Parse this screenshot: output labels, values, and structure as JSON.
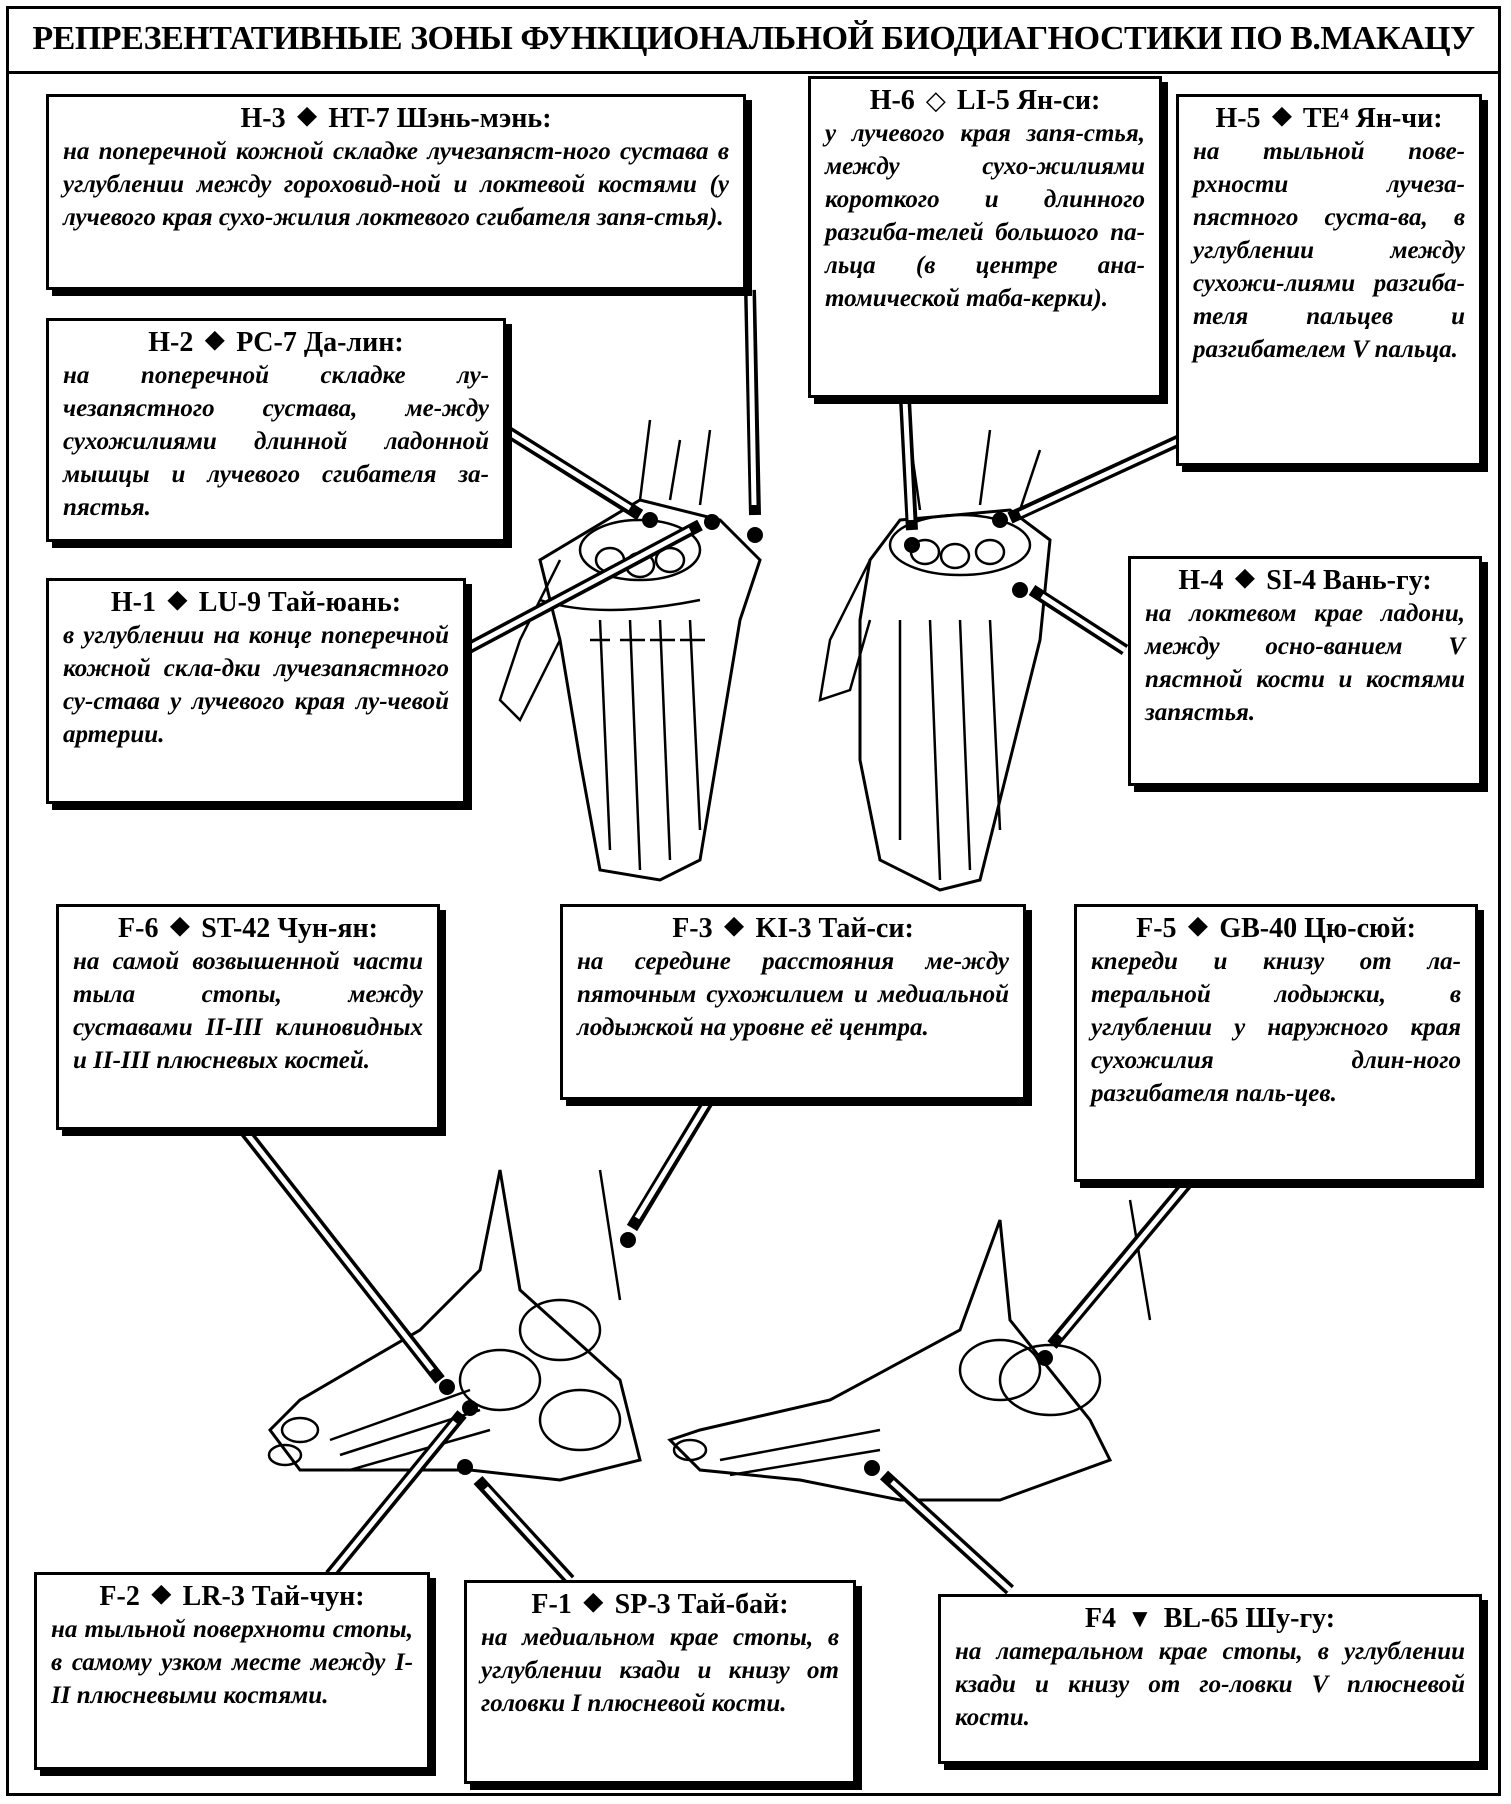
{
  "title": "РЕПРЕЗЕНТАТИВНЫЕ ЗОНЫ ФУНКЦИОНАЛЬНОЙ БИОДИАГНОСТИКИ ПО В.МАКАЦУ",
  "colors": {
    "ink": "#000000",
    "paper": "#ffffff"
  },
  "figures": [
    "left-hand",
    "right-hand",
    "left-foot",
    "right-foot"
  ],
  "points": [
    {
      "id": "H-3",
      "symbol": "⯁",
      "meridian": "HT-7",
      "name": "Шэнь-мэнь:",
      "description": "на поперечной кожной складке лучезапяст-ного сустава в углублении между гороховид-ной и локтевой костями (у лучевого края сухо-жилия локтевого сгибателя запя-стья)."
    },
    {
      "id": "H-2",
      "symbol": "⯁",
      "meridian": "PC-7",
      "name": "Да-лин:",
      "description": "на поперечной складке лу-чезапястного сустава, ме-жду сухожилиями длинной ладонной мышцы и лучевого сгибателя за-пястья."
    },
    {
      "id": "H-1",
      "symbol": "⯁",
      "meridian": "LU-9",
      "name": "Тай-юань:",
      "description": "в углублении на конце поперечной кожной скла-дки лучезапястного су-става у лучевого края лу-чевой артерии."
    },
    {
      "id": "H-6",
      "symbol": "◇",
      "meridian": "LI-5",
      "name": "Ян-си:",
      "description": "у лучевого края запя-стья, между сухо-жилиями короткого и длинного разгиба-телей большого па-льца (в центре ана-томической таба-керки)."
    },
    {
      "id": "H-5",
      "symbol": "⯁",
      "meridian": "TE⁴",
      "name": "Ян-чи:",
      "description": "на тыльной пове-рхности лучеза-пястного суста-ва, в углублении между сухожи-лиями разгиба-теля пальцев и разгибателем V пальца."
    },
    {
      "id": "H-4",
      "symbol": "⯁",
      "meridian": "SI-4",
      "name": "Вань-гу:",
      "description": "на локтевом крае ладони, между осно-ванием V пястной кости и костями запястья."
    },
    {
      "id": "F-6",
      "symbol": "⯁",
      "meridian": "ST-42",
      "name": "Чун-ян:",
      "description": "на самой возвышенной части тыла стопы, между суставами II-III клиновидных и II-III плюсневых костей."
    },
    {
      "id": "F-3",
      "symbol": "⯁",
      "meridian": "KI-3",
      "name": "Тай-си:",
      "description": "на середине расстояния ме-жду пяточным сухожилием и медиальной лодыжкой на уровне её центра."
    },
    {
      "id": "F-5",
      "symbol": "⯁",
      "meridian": "GB-40",
      "name": "Цю-сюй:",
      "description": "кпереди и книзу от ла-теральной лодыжки, в углублении у наружного края сухожилия длин-ного разгибателя паль-цев."
    },
    {
      "id": "F-2",
      "symbol": "⯁",
      "meridian": "LR-3",
      "name": "Тай-чун:",
      "description": "на тыльной поверхноти стопы, в самому узком месте между I-II плюсневыми костями."
    },
    {
      "id": "F-1",
      "symbol": "⯁",
      "meridian": "SP-3",
      "name": "Тай-бай:",
      "description": "на медиальном крае стопы, в углублении кзади и книзу от головки I плюсневой кости."
    },
    {
      "id": "F4",
      "symbol": "▼",
      "meridian": "BL-65",
      "name": "Шу-гу:",
      "description": "на латеральном крае стопы, в углублении кзади и книзу от го-ловки V плюсневой кости."
    }
  ]
}
